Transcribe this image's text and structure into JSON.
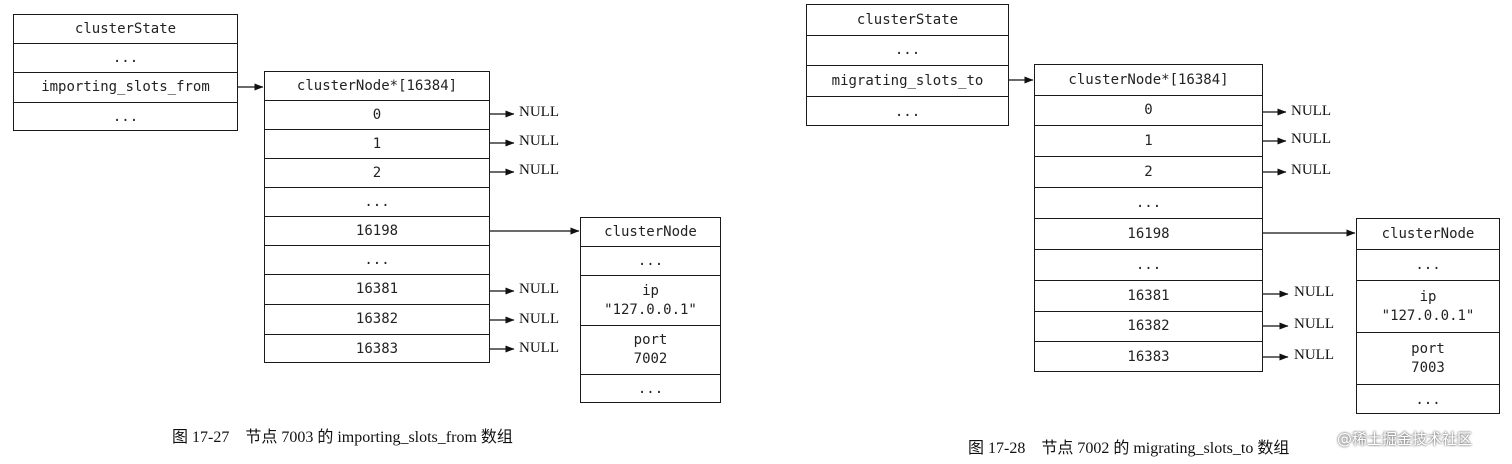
{
  "left": {
    "state": {
      "title": "clusterState",
      "rows": [
        "...",
        "importing_slots_from",
        "..."
      ]
    },
    "array": {
      "title": "clusterNode*[16384]",
      "slots": [
        "0",
        "1",
        "2",
        "...",
        "16198",
        "...",
        "16381",
        "16382",
        "16383"
      ]
    },
    "null_label": "NULL",
    "node": {
      "title": "clusterNode",
      "rows": [
        "...",
        "ip\n\"127.0.0.1\"",
        "port\n7002",
        "..."
      ]
    },
    "caption": "图 17-27　节点 7003 的 importing_slots_from 数组"
  },
  "right": {
    "state": {
      "title": "clusterState",
      "rows": [
        "...",
        "migrating_slots_to",
        "..."
      ]
    },
    "array": {
      "title": "clusterNode*[16384]",
      "slots": [
        "0",
        "1",
        "2",
        "...",
        "16198",
        "...",
        "16381",
        "16382",
        "16383"
      ]
    },
    "null_label": "NULL",
    "node": {
      "title": "clusterNode",
      "rows": [
        "...",
        "ip\n\"127.0.0.1\"",
        "port\n7003",
        "..."
      ]
    },
    "caption": "图 17-28　节点 7002 的 migrating_slots_to 数组"
  },
  "watermark": "@稀土掘金技术社区"
}
